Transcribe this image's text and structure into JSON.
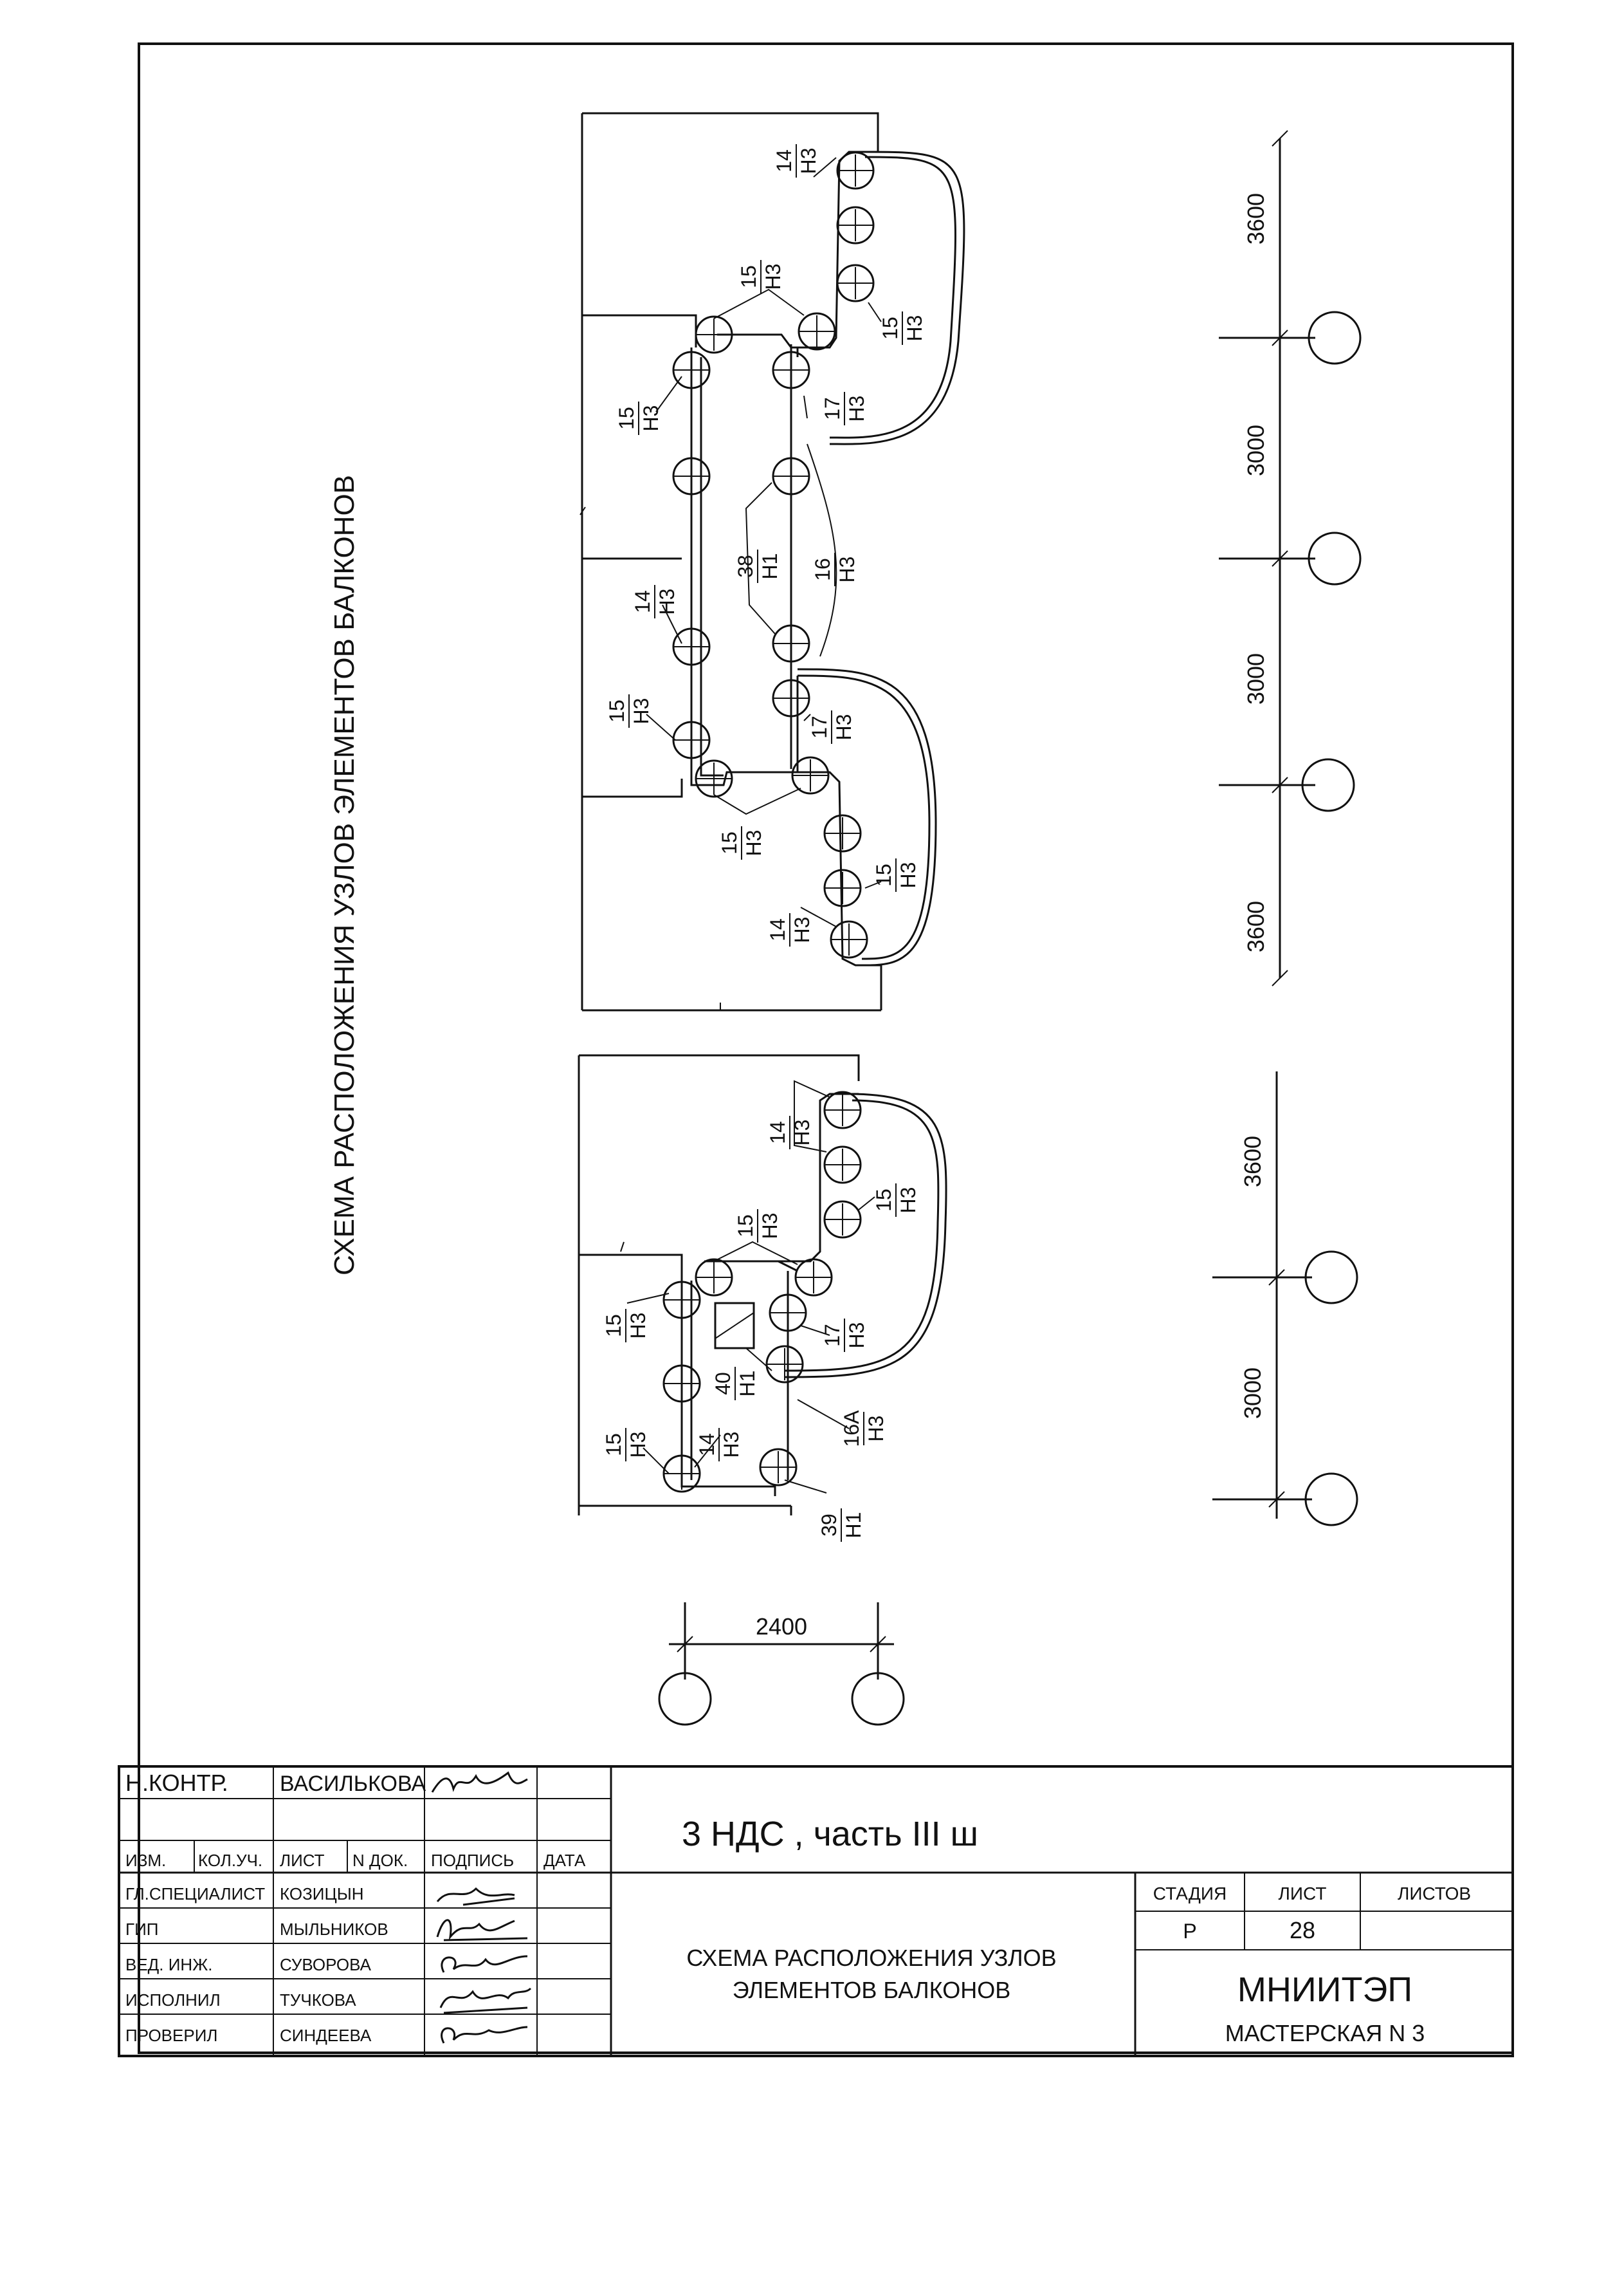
{
  "drawing": {
    "title_vertical": "СХЕМА РАСПОЛОЖЕНИЯ УЗЛОВ ЭЛЕМЕНТОВ БАЛКОНОВ",
    "dimensions": {
      "right_upper": [
        "3600",
        "3000",
        "3000",
        "3600"
      ],
      "right_lower": [
        "3600",
        "3000"
      ],
      "bottom": "2400"
    },
    "upper_nodes": [
      {
        "num": "14",
        "den": "Н3"
      },
      {
        "num": "15",
        "den": "Н3"
      },
      {
        "num": "15",
        "den": "Н3"
      },
      {
        "num": "15",
        "den": "Н3"
      },
      {
        "num": "17",
        "den": "Н3"
      },
      {
        "num": "38",
        "den": "Н1"
      },
      {
        "num": "16",
        "den": "Н3"
      },
      {
        "num": "14",
        "den": "Н3"
      },
      {
        "num": "15",
        "den": "Н3"
      },
      {
        "num": "17",
        "den": "Н3"
      },
      {
        "num": "15",
        "den": "Н3"
      },
      {
        "num": "15",
        "den": "Н3"
      },
      {
        "num": "14",
        "den": "Н3"
      }
    ],
    "lower_nodes": [
      {
        "num": "14",
        "den": "Н3"
      },
      {
        "num": "15",
        "den": "Н3"
      },
      {
        "num": "15",
        "den": "Н3"
      },
      {
        "num": "15",
        "den": "Н3"
      },
      {
        "num": "17",
        "den": "Н3"
      },
      {
        "num": "40",
        "den": "Н1"
      },
      {
        "num": "15",
        "den": "Н3"
      },
      {
        "num": "14",
        "den": "Н3"
      },
      {
        "num": "16А",
        "den": "Н3"
      },
      {
        "num": "39",
        "den": "Н1"
      }
    ]
  },
  "title_block": {
    "n_kontr_label": "Н.КОНТР.",
    "n_kontr_name": "ВАСИЛЬКОВА",
    "header": [
      "ИЗМ.",
      "КОЛ.УЧ.",
      "ЛИСТ",
      "N ДОК.",
      "ПОДПИСЬ",
      "ДАТА"
    ],
    "staff": [
      {
        "role": "ГЛ.СПЕЦИАЛИСТ",
        "name": "КОЗИЦЫН"
      },
      {
        "role": "ГИП",
        "name": "МЫЛЬНИКОВ"
      },
      {
        "role": "ВЕД. ИНЖ.",
        "name": "СУВОРОВА"
      },
      {
        "role": "ИСПОЛНИЛ",
        "name": "ТУЧКОВА"
      },
      {
        "role": "ПРОВЕРИЛ",
        "name": "СИНДЕЕВА"
      }
    ],
    "project": "3 НДС , часть III ш",
    "sheet_title_line1": "СХЕМА РАСПОЛОЖЕНИЯ УЗЛОВ",
    "sheet_title_line2": "ЭЛЕМЕНТОВ БАЛКОНОВ",
    "stadia_label": "СТАДИЯ",
    "list_label": "ЛИСТ",
    "listov_label": "ЛИСТОВ",
    "stadia_value": "Р",
    "list_value": "28",
    "listov_value": "",
    "org": "МНИИТЭП",
    "org_sub": "МАСТЕРСКАЯ N 3"
  }
}
